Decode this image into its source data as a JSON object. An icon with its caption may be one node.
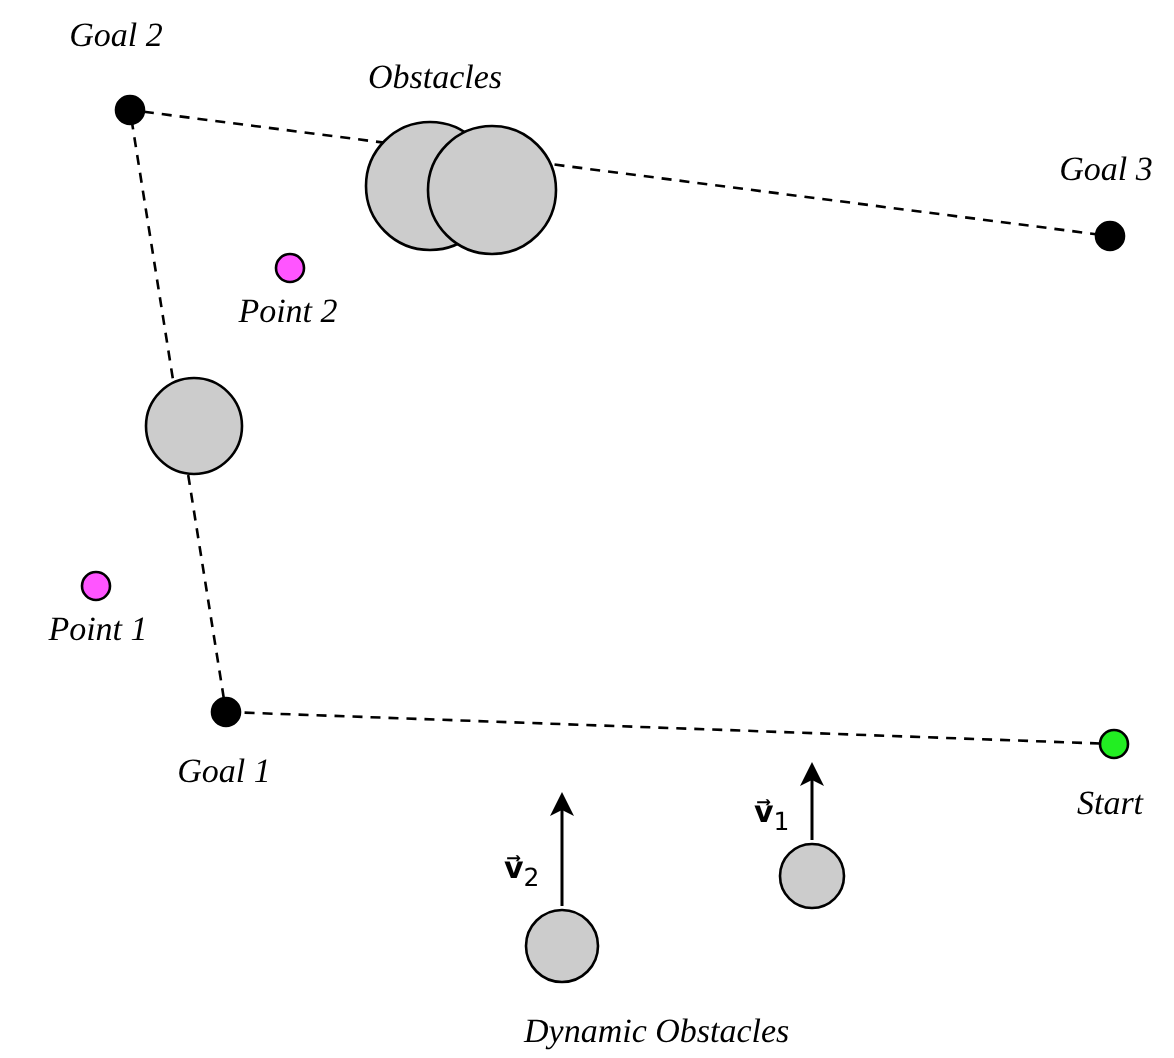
{
  "diagram": {
    "nodes": [
      {
        "text": [
          "Start"
        ]
      },
      {
        "text": [
          "Goal 1"
        ]
      },
      {
        "text": [
          "Goal 2"
        ]
      },
      {
        "text": [
          "Goal 3"
        ]
      },
      {
        "text": [
          "Point 1"
        ]
      },
      {
        "text": [
          "Point 2"
        ]
      }
    ],
    "edges": [
      {
        "from": 0,
        "to": 1,
        "arrow": "none",
        "style": "dashed"
      },
      {
        "from": 1,
        "to": 2,
        "arrow": "none",
        "style": "dashed"
      },
      {
        "from": 2,
        "to": 3,
        "arrow": "none",
        "style": "dashed"
      }
    ],
    "labels": [
      "Obstacles",
      "**v⃗**$_{1}$",
      "**v⃗**$_{2}$",
      "Dynamic Obstacles"
    ]
  }
}
